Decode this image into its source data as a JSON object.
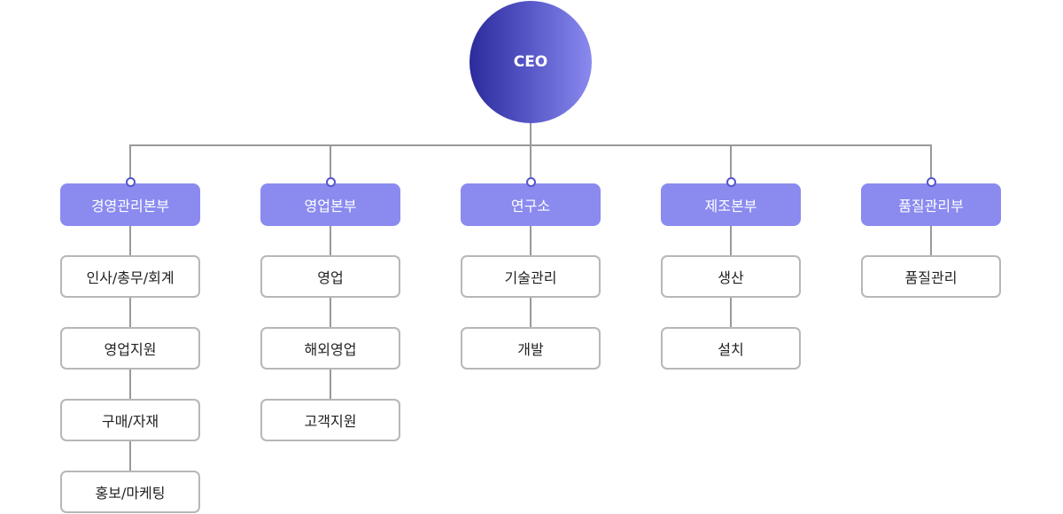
{
  "ceo": {
    "label": "CEO"
  },
  "departments": [
    {
      "name": "경영관리본부",
      "teams": [
        "인사/총무/회계",
        "영업지원",
        "구매/자재",
        "홍보/마케팅"
      ]
    },
    {
      "name": "영업본부",
      "teams": [
        "영업",
        "해외영업",
        "고객지원"
      ]
    },
    {
      "name": "연구소",
      "teams": [
        "기술관리",
        "개발"
      ]
    },
    {
      "name": "제조본부",
      "teams": [
        "생산",
        "설치"
      ]
    },
    {
      "name": "품질관리부",
      "teams": [
        "품질관리"
      ]
    }
  ],
  "colors": {
    "ceo_gradient_start": "#2b2b9b",
    "ceo_gradient_end": "#8a8aef",
    "department_fill": "#8a8aef",
    "connector_dot_border": "#5555cf",
    "team_border": "#b7b7b7",
    "line": "#999999"
  }
}
